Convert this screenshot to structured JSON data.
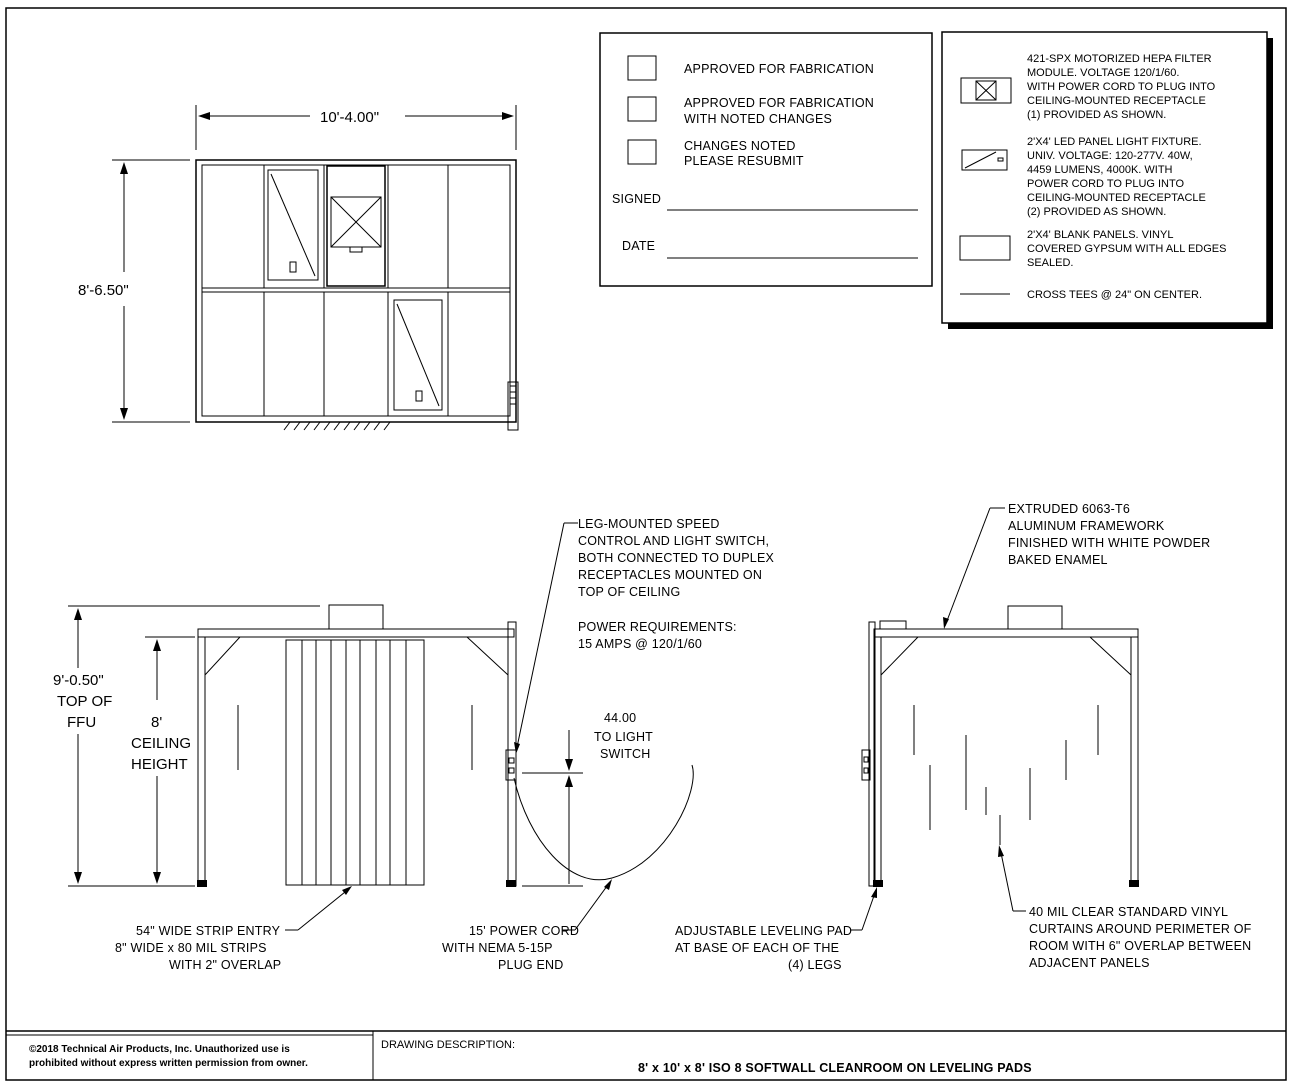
{
  "approval_box": {
    "approved": "APPROVED FOR FABRICATION",
    "approved_changes_1": "APPROVED FOR FABRICATION",
    "approved_changes_2": "WITH NOTED CHANGES",
    "changes_1": "CHANGES NOTED",
    "changes_2": "PLEASE RESUBMIT",
    "signed": "SIGNED",
    "date": "DATE"
  },
  "legend": {
    "hepa": [
      "421-SPX  MOTORIZED HEPA FILTER",
      "MODULE. VOLTAGE 120/1/60.",
      "WITH POWER CORD TO PLUG INTO",
      "CEILING-MOUNTED RECEPTACLE",
      "(1) PROVIDED AS SHOWN."
    ],
    "led": [
      "2'X4' LED PANEL LIGHT FIXTURE.",
      "UNIV. VOLTAGE: 120-277V.  40W,",
      "4459 LUMENS, 4000K. WITH",
      "POWER CORD TO PLUG INTO",
      "CEILING-MOUNTED RECEPTACLE",
      "(2) PROVIDED AS SHOWN."
    ],
    "blank": [
      "2'X4' BLANK PANELS. VINYL",
      "COVERED GYPSUM WITH ALL EDGES",
      "SEALED."
    ],
    "tees": "CROSS TEES @ 24\" ON CENTER."
  },
  "plan": {
    "width_dim": "10'-4.00\"",
    "depth_dim": "8'-6.50\""
  },
  "elevation": {
    "overall_height": [
      "9'-0.50\"",
      "TOP OF",
      "FFU"
    ],
    "ceiling_height": [
      "8'",
      "CEILING",
      "HEIGHT"
    ],
    "switch_note": [
      "LEG-MOUNTED SPEED",
      "CONTROL AND LIGHT SWITCH,",
      "BOTH CONNECTED TO DUPLEX",
      "RECEPTACLES MOUNTED ON",
      "TOP OF CEILING"
    ],
    "power_req": [
      "POWER REQUIREMENTS:",
      "15 AMPS @ 120/1/60"
    ],
    "switch_dim": [
      "44.00",
      "TO LIGHT",
      "SWITCH"
    ],
    "strip_note": [
      "54\" WIDE STRIP ENTRY",
      "8\" WIDE x 80 MIL STRIPS",
      "WITH 2\" OVERLAP"
    ],
    "cord_note": [
      "15' POWER CORD",
      "WITH NEMA 5-15P",
      "PLUG END"
    ]
  },
  "side": {
    "frame_note": [
      "EXTRUDED 6063-T6",
      "ALUMINUM FRAMEWORK",
      "FINISHED WITH WHITE POWDER",
      "BAKED ENAMEL"
    ],
    "pad_note": [
      "ADJUSTABLE LEVELING PAD",
      "AT BASE OF EACH OF THE",
      "(4) LEGS"
    ],
    "curtain_note": [
      "40 MIL CLEAR STANDARD VINYL",
      "CURTAINS AROUND PERIMETER OF",
      "ROOM WITH 6\" OVERLAP BETWEEN",
      "ADJACENT PANELS"
    ]
  },
  "title_block": {
    "copyright_1": "©2018 Technical Air Products, Inc.  Unauthorized use is",
    "copyright_2": "prohibited without express written permission from owner.",
    "desc_label": "DRAWING DESCRIPTION:",
    "title": "8' x 10' x 8'  ISO 8 SOFTWALL CLEANROOM ON LEVELING PADS"
  }
}
